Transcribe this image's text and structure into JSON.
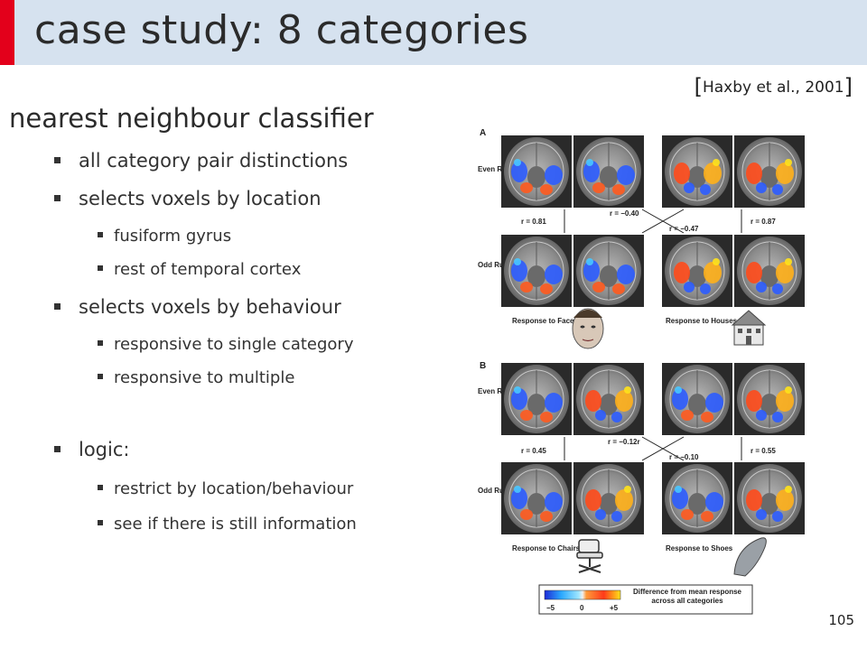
{
  "title": "case study: 8 categories",
  "citation": {
    "open": "[",
    "text": "Haxby et al., 2001",
    "close": "]"
  },
  "heading": "nearest neighbour classifier",
  "bullets": [
    {
      "text": "all category pair distinctions"
    },
    {
      "text": "selects voxels by location"
    },
    {
      "text": "fusiform gyrus"
    },
    {
      "text": "rest of temporal cortex"
    },
    {
      "text": "selects voxels by behaviour"
    },
    {
      "text": "responsive to single category"
    },
    {
      "text": "responsive to multiple"
    },
    {
      "text": "logic:"
    },
    {
      "text": "restrict by location/behaviour"
    },
    {
      "text": "see if there is still information"
    }
  ],
  "figure": {
    "panel_a": "A",
    "panel_b": "B",
    "even_runs": "Even Runs",
    "odd_runs": "Odd Runs",
    "a_left_r": "r = 0.81",
    "a_cross_top": "r = −0.40",
    "a_cross_bottom": "r = −0.47",
    "a_right_r": "r = 0.87",
    "b_left_r": "r = 0.45",
    "b_cross_top": "r = −0.12r",
    "b_cross_bottom": "r = −0.10",
    "b_right_r": "r = 0.55",
    "resp_faces": "Response to Faces",
    "resp_houses": "Response to Houses",
    "resp_chairs": "Response to Chairs",
    "resp_shoes": "Response to Shoes",
    "legend_title": "Difference from mean response across all categories",
    "legend_ticks": [
      "−5",
      "0",
      "+5"
    ]
  },
  "page_number": "105",
  "colors": {
    "title_bar": "#d6e2ef",
    "accent": "#e3001b"
  }
}
